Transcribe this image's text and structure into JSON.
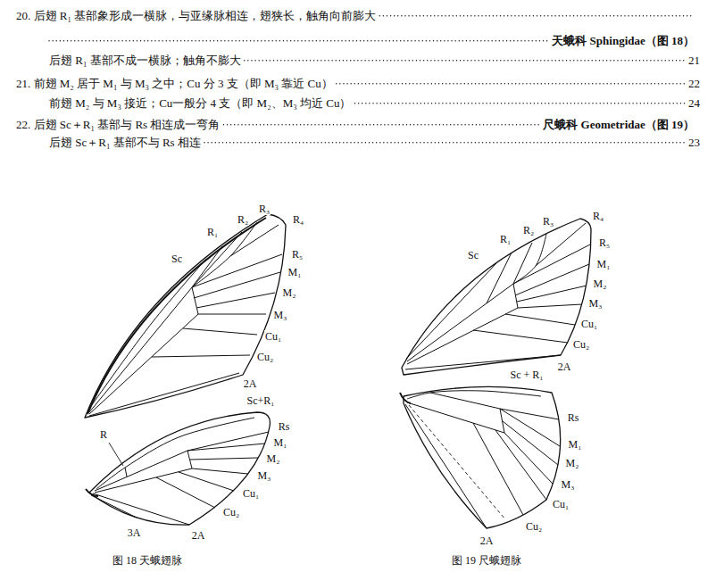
{
  "diagram": {
    "labels": [
      "20. 后翅 R₁ 基部象形成一横脉，与亚缘脉相连，翅狭长，触角向前膨大",
      "天蛾科 Sphingidae（图 18）",
      "后翅 R₁ 基部不成一横脉；触角不膨大",
      "21",
      "21. 前翅 M₂ 居于 M₁ 与 M₃ 之中；Cu 分 3 支（即 M₃ 靠近 Cu）",
      "22",
      "前翅 M₂ 与 M₃ 接近；Cu一般分 4 支（即 M₂、M₃ 均近 Cu）",
      "24",
      "22. 后翅 Sc＋R₁ 基部与 Rs 相连成一弯角",
      "尺蛾科 Geometridae（图 19）",
      "后翅 Sc＋R₁ 基部不与 Rs 相连",
      "23",
      "R₁",
      "R₂",
      "R₃",
      "R₄",
      "Sc",
      "R₅",
      "M₁",
      "M₂",
      "M₃",
      "Cu₁",
      "Cu₂",
      "2A",
      "Sc+R₁",
      "Rs",
      "M₁",
      "M₂",
      "M₃",
      "Cu₁",
      "Cu₂",
      "2A",
      "3A",
      "R",
      "图 18 天蛾翅脉",
      "Sc",
      "R₁",
      "R₂",
      "R₃",
      "R₄",
      "R₅",
      "M₁",
      "M₂",
      "M₃",
      "Cu₁",
      "Cu₂",
      "2A",
      "Sc + R₁",
      "Rs",
      "M₁",
      "M₂",
      "M₃",
      "Cu₁",
      "Cu₂",
      "2A",
      "图 19 尺蛾翅脉"
    ]
  }
}
